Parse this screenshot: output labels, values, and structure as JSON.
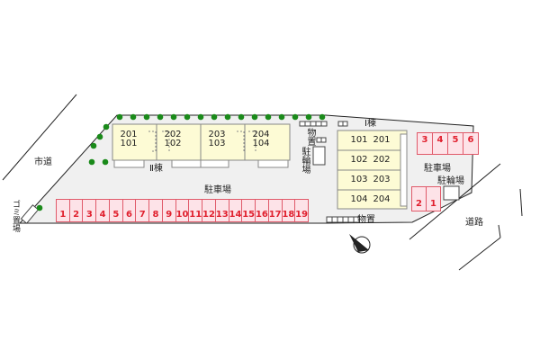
{
  "labels": {
    "city_road": "市道",
    "garbage": "ゴミ置場",
    "building2": "Ⅱ棟",
    "building1": "Ⅰ棟",
    "parking_main": "駐車場",
    "parking_right": "駐車場",
    "bike_right": "駐輪場",
    "bike_left": "駐輪場",
    "storage_top": "物置",
    "storage_bottom": "物置",
    "road": "道路"
  },
  "building2_units": [
    {
      "upper": "201",
      "lower": "101"
    },
    {
      "upper": "202",
      "lower": "102"
    },
    {
      "upper": "203",
      "lower": "103"
    },
    {
      "upper": "204",
      "lower": "104"
    }
  ],
  "building1_units": [
    {
      "a": "101",
      "b": "201"
    },
    {
      "a": "102",
      "b": "202"
    },
    {
      "a": "103",
      "b": "203"
    },
    {
      "a": "104",
      "b": "204"
    }
  ],
  "parking_main_spaces": [
    "1",
    "2",
    "3",
    "4",
    "5",
    "6",
    "7",
    "8",
    "9",
    "10",
    "11",
    "12",
    "13",
    "14",
    "15",
    "16",
    "17",
    "18",
    "19"
  ],
  "parking_right_top": [
    "3",
    "4",
    "5",
    "6"
  ],
  "parking_right_bottom": [
    "2",
    "1"
  ],
  "colors": {
    "building": "#fdfbd5",
    "parking": "#fde3e8",
    "parking_text": "#e0202e",
    "tree": "#1a8a1a",
    "lot": "#f0f0f0"
  }
}
